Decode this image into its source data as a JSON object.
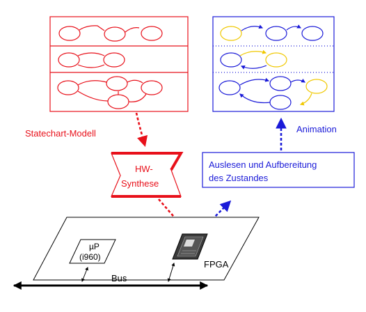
{
  "labels": {
    "statechart_model": "Statechart-Modell",
    "hw_synthesis_line1": "HW-",
    "hw_synthesis_line2": "Synthese",
    "animation": "Animation",
    "readout_line1": "Auslesen und Aufbereitung",
    "readout_line2": "des Zustandes",
    "processor_line1": "µP",
    "processor_line2": "(i960)",
    "fpga": "FPGA",
    "bus": "Bus"
  },
  "colors": {
    "model": "#e8101a",
    "animation": "#1a1ad8",
    "active_state": "#f0c800",
    "board": "#000000"
  }
}
